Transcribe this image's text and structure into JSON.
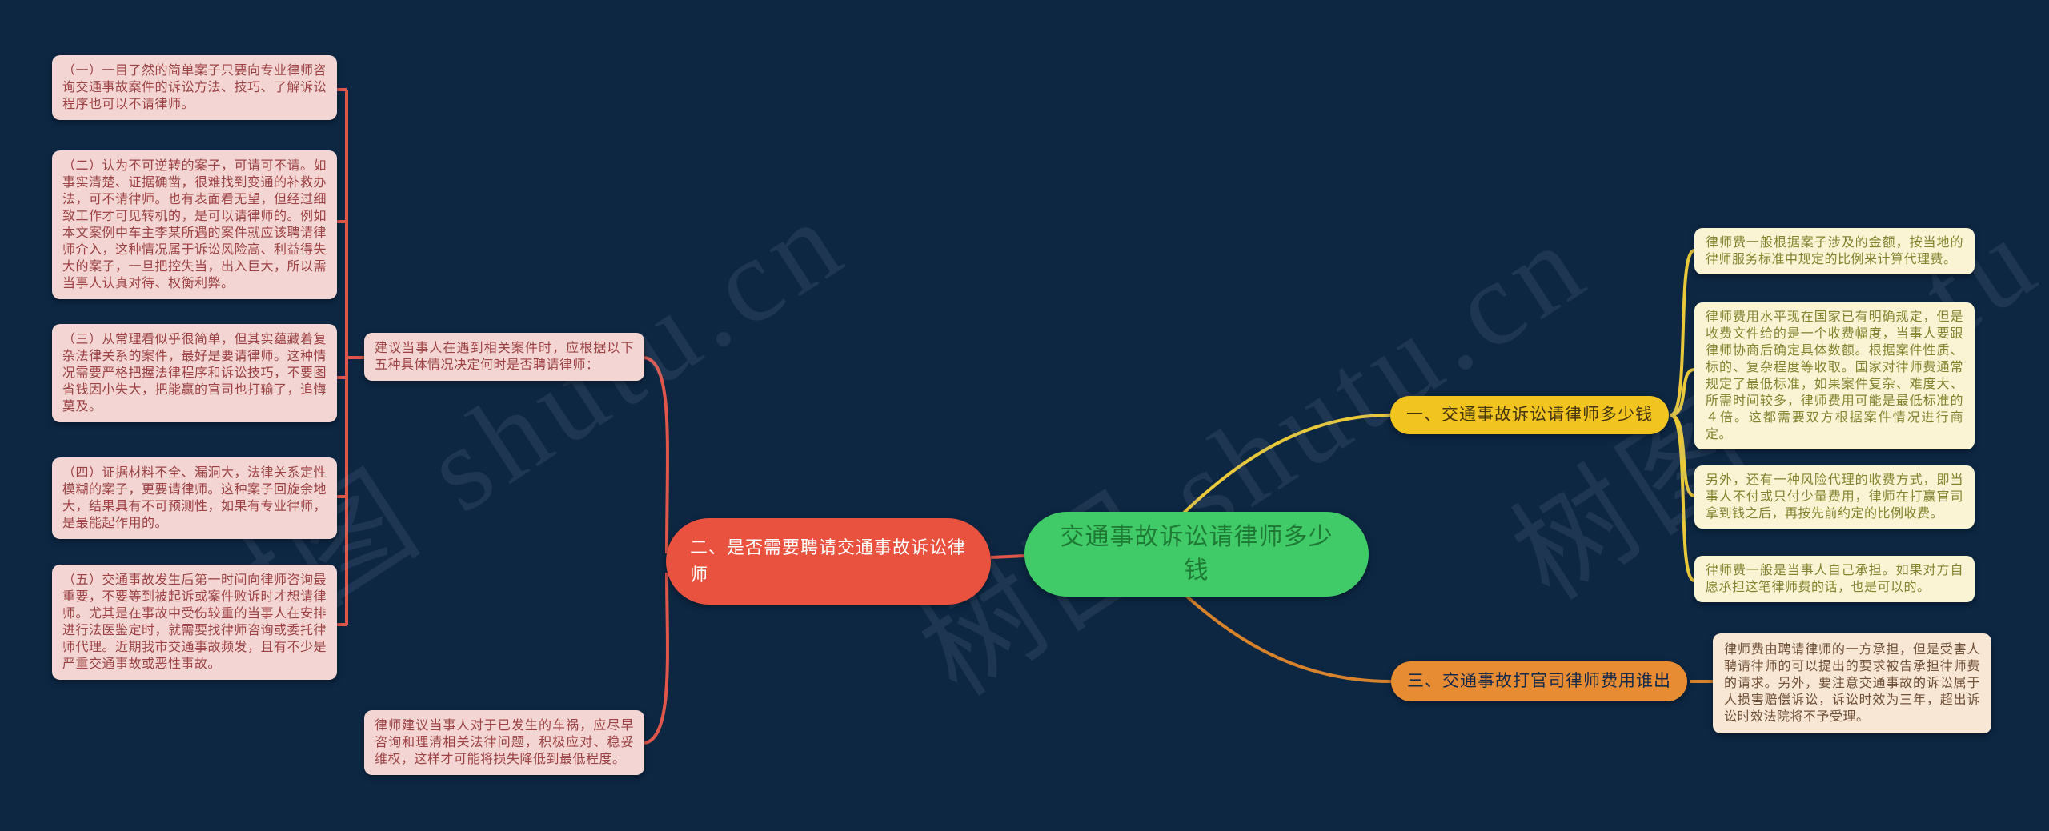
{
  "watermark": {
    "text": "树图 shutu.cn"
  },
  "colors": {
    "background": "#0d2743",
    "branch_line_red": "#e0564a",
    "branch_line_yellow": "#e9c83a",
    "branch_line_orange": "#d8832b",
    "node_red": "#e8523f",
    "node_green": "#41cb68",
    "node_yellow": "#f2c41f",
    "node_orange": "#e88c33",
    "box_pink": "#f3d6d3",
    "box_cream": "#faf4d4",
    "box_peach": "#f8e7d5"
  },
  "central": {
    "label": "交通事故诉讼请律师多少钱"
  },
  "branch1": {
    "label": "一、交通事故诉讼请律师多少钱",
    "notes": [
      "律师费一般根据案子涉及的金额，按当地的律师服务标准中规定的比例来计算代理费。",
      "律师费用水平现在国家已有明确规定，但是收费文件给的是一个收费幅度，当事人要跟律师协商后确定具体数额。根据案件性质、标的、复杂程度等收取。国家对律师费通常规定了最低标准，如果案件复杂、难度大、所需时间较多，律师费用可能是最低标准的４倍。这都需要双方根据案件情况进行商定。",
      "另外，还有一种风险代理的收费方式，即当事人不付或只付少量费用，律师在打赢官司拿到钱之后，再按先前约定的比例收费。",
      "律师费一般是当事人自己承担。如果对方自愿承担这笔律师费的话，也是可以的。"
    ]
  },
  "branch2": {
    "label": "二、是否需要聘请交通事故诉讼律师",
    "advice": "建议当事人在遇到相关案件时，应根据以下五种具体情况决定何时是否聘请律师：",
    "cases": [
      "（一）一目了然的简单案子只要向专业律师咨询交通事故案件的诉讼方法、技巧、了解诉讼程序也可以不请律师。",
      "（二）认为不可逆转的案子，可请可不请。如事实清楚、证据确凿，很难找到变通的补救办法，可不请律师。也有表面看无望，但经过细致工作才可见转机的，是可以请律师的。例如本文案例中车主李某所遇的案件就应该聘请律师介入，这种情况属于诉讼风险高、利益得失大的案子，一旦把控失当，出入巨大，所以需当事人认真对待、权衡利弊。",
      "（三）从常理看似乎很简单，但其实蕴藏着复杂法律关系的案件，最好是要请律师。这种情况需要严格把握法律程序和诉讼技巧，不要图省钱因小失大，把能赢的官司也打输了，追悔莫及。",
      "（四）证据材料不全、漏洞大，法律关系定性模糊的案子，更要请律师。这种案子回旋余地大，结果具有不可预测性，如果有专业律师，是最能起作用的。",
      "（五）交通事故发生后第一时间向律师咨询最重要，不要等到被起诉或案件败诉时才想请律师。尤其是在事故中受伤较重的当事人在安排进行法医鉴定时，就需要找律师咨询或委托律师代理。近期我市交通事故频发，且有不少是严重交通事故或恶性事故。"
    ],
    "conclusion": "律师建议当事人对于已发生的车祸，应尽早咨询和理清相关法律问题，积极应对、稳妥维权，这样才可能将损失降低到最低程度。"
  },
  "branch3": {
    "label": "三、交通事故打官司律师费用谁出",
    "notes": [
      "律师费由聘请律师的一方承担，但是受害人聘请律师的可以提出的要求被告承担律师费的请求。另外，要注意交通事故的诉讼属于人损害赔偿诉讼，诉讼时效为三年，超出诉讼时效法院将不予受理。"
    ]
  }
}
